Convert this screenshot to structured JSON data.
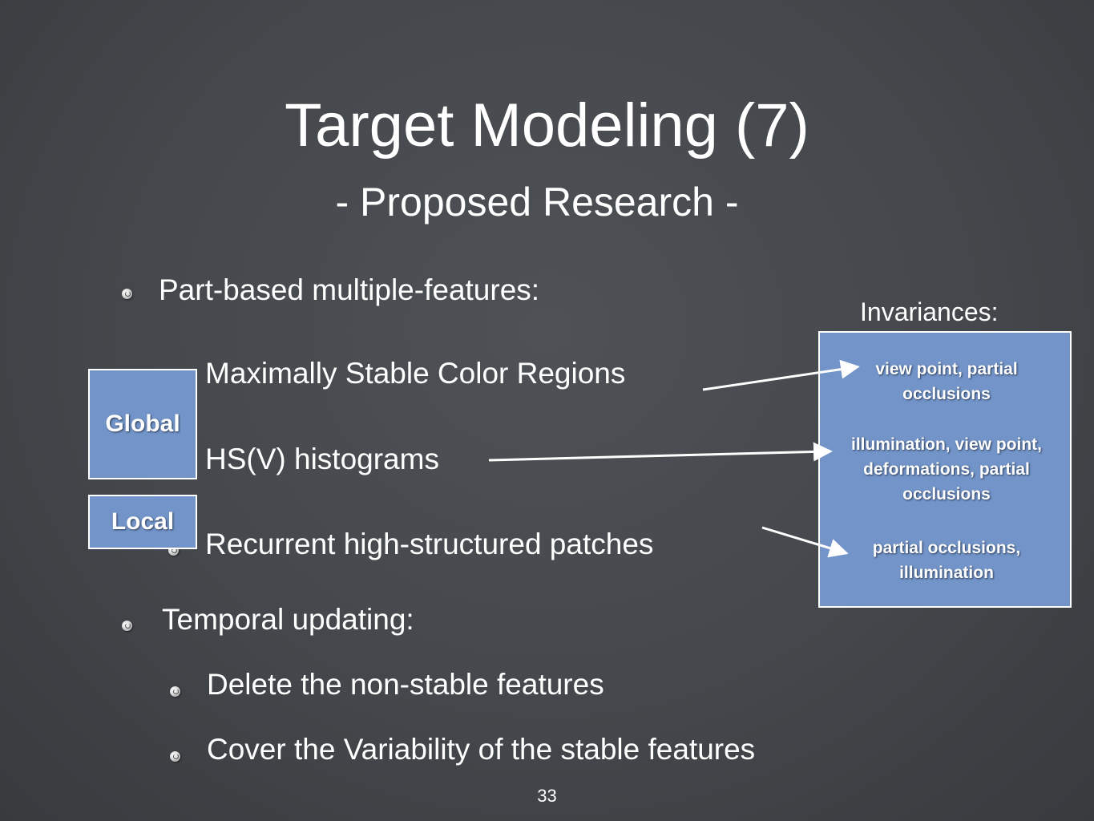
{
  "slide": {
    "title": "Target Modeling (7)",
    "subtitle": "- Proposed Research -",
    "bullets": {
      "part_based": "Part-based multiple-features:",
      "mscr": "Maximally Stable Color Regions",
      "hsv": "HS(V) histograms",
      "rhsp": "Recurrent high-structured patches",
      "temporal": "Temporal updating:",
      "delete": "Delete the non-stable features",
      "cover": "Cover the Variability of the stable features"
    },
    "labels": {
      "global": "Global",
      "local": "Local"
    },
    "invariances": {
      "title": "Invariances:",
      "items": [
        "view point, partial occlusions",
        "illumination, view point, deformations, partial occlusions",
        "partial occlusions, illumination"
      ]
    },
    "page_number": "33",
    "colors": {
      "background": "#44474b",
      "box_fill": "#7394c8",
      "text": "#ffffff"
    }
  }
}
